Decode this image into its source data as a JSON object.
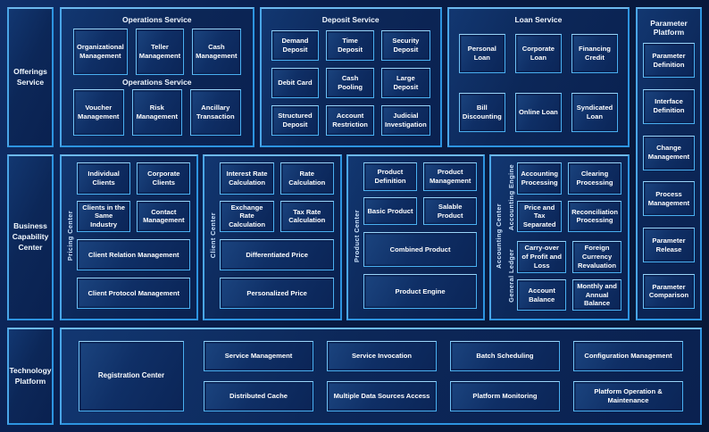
{
  "colors": {
    "page_bg": "#081a41",
    "panel_fill": "#0c2758",
    "panel_border": "#2d94e0",
    "box_fill": "#0f2f66",
    "box_border": "#49b0f2",
    "text": "#ffffff",
    "vertical_label_text": "#cfe6ff"
  },
  "offerings": {
    "label": "Offerings Service",
    "operations": {
      "title": "Operations Service",
      "mid_label": "Operations Service",
      "row1": [
        "Organizational Management",
        "Teller Management",
        "Cash Management"
      ],
      "row2": [
        "Voucher Management",
        "Risk Management",
        "Ancillary Transaction"
      ]
    },
    "deposit": {
      "title": "Deposit Service",
      "items": [
        "Demand Deposit",
        "Time Deposit",
        "Security Deposit",
        "Debit Card",
        "Cash Pooling",
        "Large Deposit",
        "Structured Deposit",
        "Account Restriction",
        "Judicial Investigation"
      ]
    },
    "loan": {
      "title": "Loan Service",
      "items": [
        "Personal Loan",
        "Corporate Loan",
        "Financing Credit",
        "Bill Discounting",
        "Online Loan",
        "Syndicated Loan"
      ]
    }
  },
  "parameter_platform": {
    "title": "Parameter Platform",
    "items": [
      "Parameter Definition",
      "Interface Definition",
      "Change Management",
      "Process Management",
      "Parameter Release",
      "Parameter Comparison"
    ]
  },
  "business": {
    "label": "Business Capability Center",
    "centers": [
      {
        "label": "Pricing Center",
        "small": [
          "Individual Clients",
          "Corporate Clients",
          "Clients in the Same Industry",
          "Contact Management"
        ],
        "wide": [
          "Client Relation Management",
          "Client Protocol Management"
        ]
      },
      {
        "label": "Client Center",
        "small": [
          "Interest Rate Calculation",
          "Rate Calculation",
          "Exchange Rate Calculation",
          "Tax Rate Calculation"
        ],
        "wide": [
          "Differentiated Price",
          "Personalized Price"
        ]
      },
      {
        "label": "Product Center",
        "small": [
          "Product Definition",
          "Product Management",
          "Basic Product",
          "Salable Product"
        ],
        "wide": [
          "Combined Product",
          "Product Engine"
        ]
      }
    ],
    "accounting": {
      "label": "Accounting Center",
      "groups": [
        {
          "label": "Accounting Engine",
          "items": [
            "Accounting Processing",
            "Clearing Processing",
            "Price and Tax Separated",
            "Reconciliation Processing"
          ]
        },
        {
          "label": "General Ledger",
          "items": [
            "Carry-over of Profit and Loss",
            "Foreign Currency Revaluation",
            "Account Balance",
            "Monthly and Annual Balance"
          ]
        }
      ]
    }
  },
  "technology": {
    "label": "Technology Platform",
    "registration": "Registration Center",
    "row1": [
      "Service Management",
      "Service Invocation",
      "Batch Scheduling",
      "Configuration Management"
    ],
    "row2": [
      "Distributed Cache",
      "Multiple Data Sources Access",
      "Platform Monitoring",
      "Platform Operation & Maintenance"
    ]
  }
}
